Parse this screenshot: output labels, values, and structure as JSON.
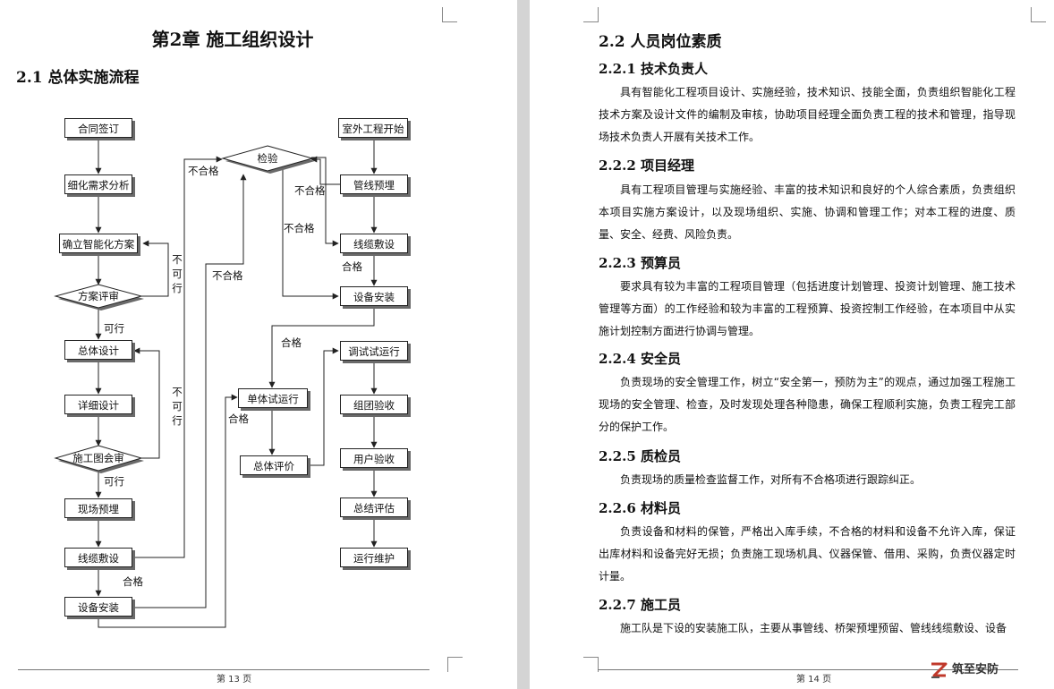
{
  "left_page": {
    "chapter_title": "第2章  施工组织设计",
    "section_title": "2.1  总体实施流程",
    "footer": "第 13 页",
    "flowchart": {
      "boxes": {
        "contract": "合同签订",
        "refine_req": "细化需求分析",
        "smart_plan": "确立智能化方案",
        "overall_design": "总体设计",
        "detail_design": "详细设计",
        "site_prep": "现场预埋",
        "cabling": "线缆敷设",
        "device_install": "设备安装",
        "outdoor_start": "室外工程开始",
        "pipe_prep": "管线预埋",
        "cabling_2": "线缆敷设",
        "device_install_2": "设备安装",
        "unit_trial": "单体试运行",
        "overall_eval": "总体评价",
        "debug_run": "调试试运行",
        "group_accept": "组团验收",
        "user_accept": "用户验收",
        "summary_eval": "总结评估",
        "ops_maint": "运行维护"
      },
      "diamonds": {
        "inspect": "检验",
        "plan_review": "方案评审",
        "drawing_review": "施工图会审"
      },
      "labels": {
        "fail_1": "不合格",
        "fail_2": "不合格",
        "fail_3": "不合格",
        "fail_4": "不合格",
        "pass_cabling": "合格",
        "pass_install": "合格",
        "pass_unit": "合格",
        "pass_left": "合格",
        "ok_1": "可行",
        "ok_2": "可行",
        "not_ok_1": "不可行",
        "not_ok_2": "不可行"
      }
    }
  },
  "right_page": {
    "section_title": "2.2  人员岗位素质",
    "footer": "第 14 页",
    "sections": [
      {
        "heading": "2.2.1  技术负责人",
        "text": "具有智能化工程项目设计、实施经验，技术知识、技能全面，负责组织智能化工程技术方案及设计文件的编制及审核，协助项目经理全面负责工程的技术和管理，指导现场技术负责人开展有关技术工作。"
      },
      {
        "heading": "2.2.2  项目经理",
        "text": "具有工程项目管理与实施经验、丰富的技术知识和良好的个人综合素质，负责组织本项目实施方案设计，以及现场组织、实施、协调和管理工作；对本工程的进度、质量、安全、经费、风险负责。"
      },
      {
        "heading": "2.2.3  预算员",
        "text": "要求具有较为丰富的工程项目管理（包括进度计划管理、投资计划管理、施工技术管理等方面）的工作经验和较为丰富的工程预算、投资控制工作经验，在本项目中从实施计划控制方面进行协调与管理。"
      },
      {
        "heading": "2.2.4  安全员",
        "text": "负责现场的安全管理工作，树立“安全第一，预防为主”的观点，通过加强工程施工现场的安全管理、检查，及时发现处理各种隐患，确保工程顺利实施，负责工程完工部分的保护工作。"
      },
      {
        "heading": "2.2.5  质检员",
        "text": "负责现场的质量检查监督工作，对所有不合格项进行跟踪纠正。"
      },
      {
        "heading": "2.2.6  材料员",
        "text": "负责设备和材料的保管，严格出入库手续，不合格的材料和设备不允许入库，保证出库材料和设备完好无损；负责施工现场机具、仪器保管、借用、采购，负责仪器定时计量。"
      },
      {
        "heading": "2.2.7  施工员",
        "text": "施工队是下设的安装施工队，主要从事管线、桥架预埋预留、管线线缆敷设、设备"
      }
    ]
  },
  "watermark": {
    "name": "筑至安防",
    "icon": "z-logo-icon",
    "accent": "#c0392b"
  }
}
